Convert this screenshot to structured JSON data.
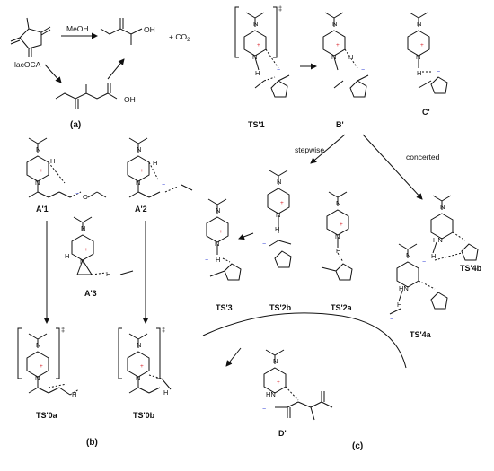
{
  "panel_a": {
    "caption": "(a)",
    "reagent": "MeOH",
    "product_oh": "OH",
    "coproduct": "+ CO",
    "coproduct_sub": "2",
    "reactant_name": "lacOCA"
  },
  "panel_b": {
    "caption": "(b)",
    "labels": [
      "A'1",
      "A'2",
      "A'3",
      "TS'0a",
      "TS'0b"
    ]
  },
  "panel_c": {
    "caption": "(c)",
    "labels": [
      "TS'1",
      "B'",
      "C'",
      "TS'3",
      "TS'2b",
      "TS'2a",
      "TS'4b",
      "TS'4a",
      "D'"
    ],
    "path_stepwise": "stepwise",
    "path_concerted": "concerted"
  },
  "atoms": {
    "N": "N",
    "O": "O",
    "H": "H",
    "HN": "HN",
    "plus": "+",
    "minus": "−",
    "dagger": "‡"
  },
  "colors": {
    "positive_charge": "#d8262d",
    "negative_charge": "#2d3bd6",
    "bonds": "#111111"
  }
}
